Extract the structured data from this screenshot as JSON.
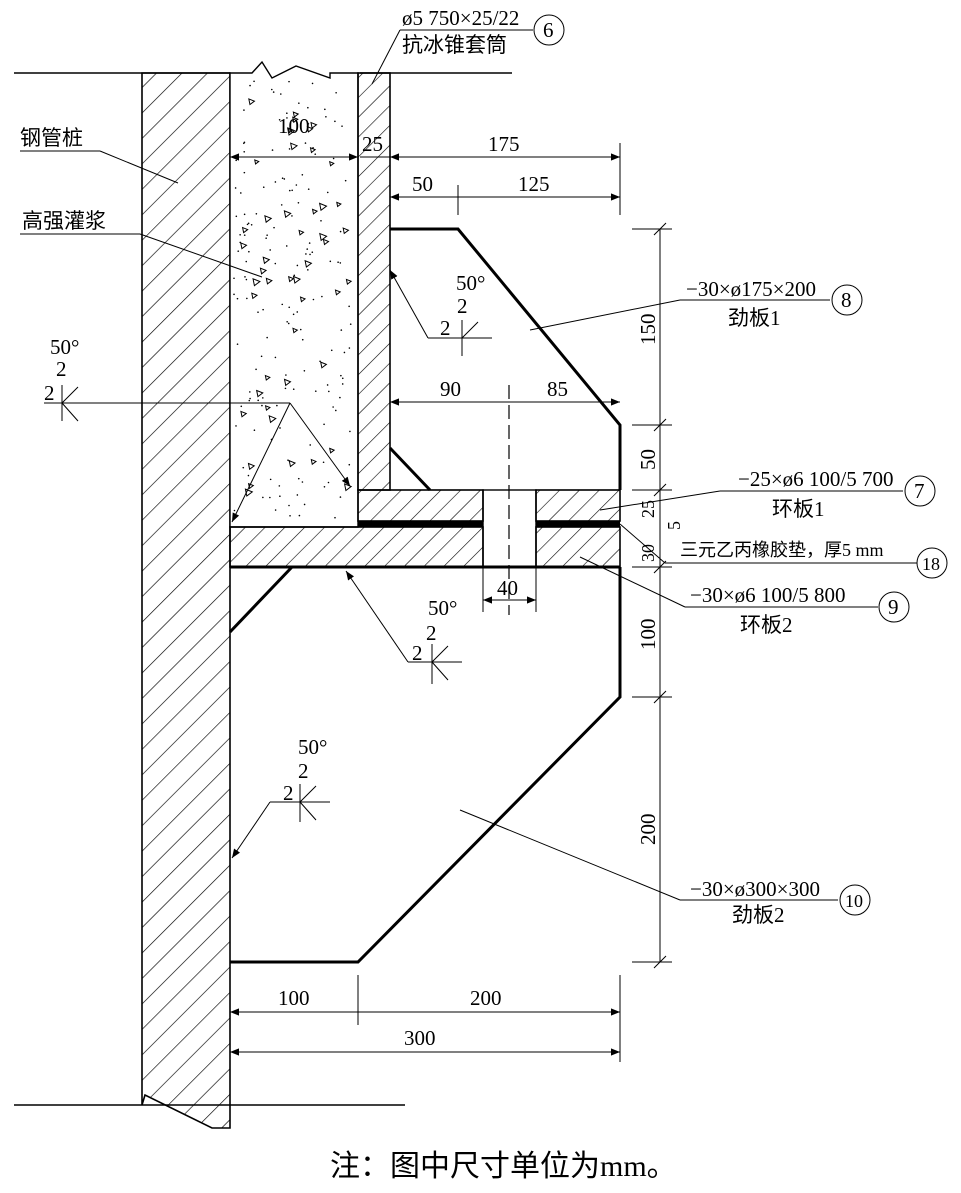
{
  "labels": {
    "steel_pile": "钢管桩",
    "grout": "高强灌浆",
    "sleeve_spec": "ø5 750×25/22",
    "sleeve_name": "抗冰锥套筒",
    "sleeve_no": "6",
    "stiffener1_spec": "−30×ø175×200",
    "stiffener1_name": "劲板1",
    "stiffener1_no": "8",
    "ring1_spec": "−25×ø6 100/5 700",
    "ring1_name": "环板1",
    "ring1_no": "7",
    "pad_spec": "三元乙丙橡胶垫，厚5 mm",
    "pad_no": "18",
    "ring2_spec": "−30×ø6 100/5 800",
    "ring2_name": "环板2",
    "ring2_no": "9",
    "stiffener2_spec": "−30×ø300×300",
    "stiffener2_name": "劲板2",
    "stiffener2_no": "10"
  },
  "welds": {
    "angle": "50°",
    "size": "2"
  },
  "dimensions": {
    "d100_top": "100",
    "d25": "25",
    "d175": "175",
    "d50_h": "50",
    "d125": "125",
    "d90": "90",
    "d85": "85",
    "d150": "150",
    "d50_v": "50",
    "d25_v": "25",
    "d5_v": "5",
    "d30_v": "30",
    "d40": "40",
    "d100_v": "100",
    "d200_v": "200",
    "d100_b": "100",
    "d200_b": "200",
    "d300_b": "300"
  },
  "note": "注：图中尺寸单位为mm。"
}
